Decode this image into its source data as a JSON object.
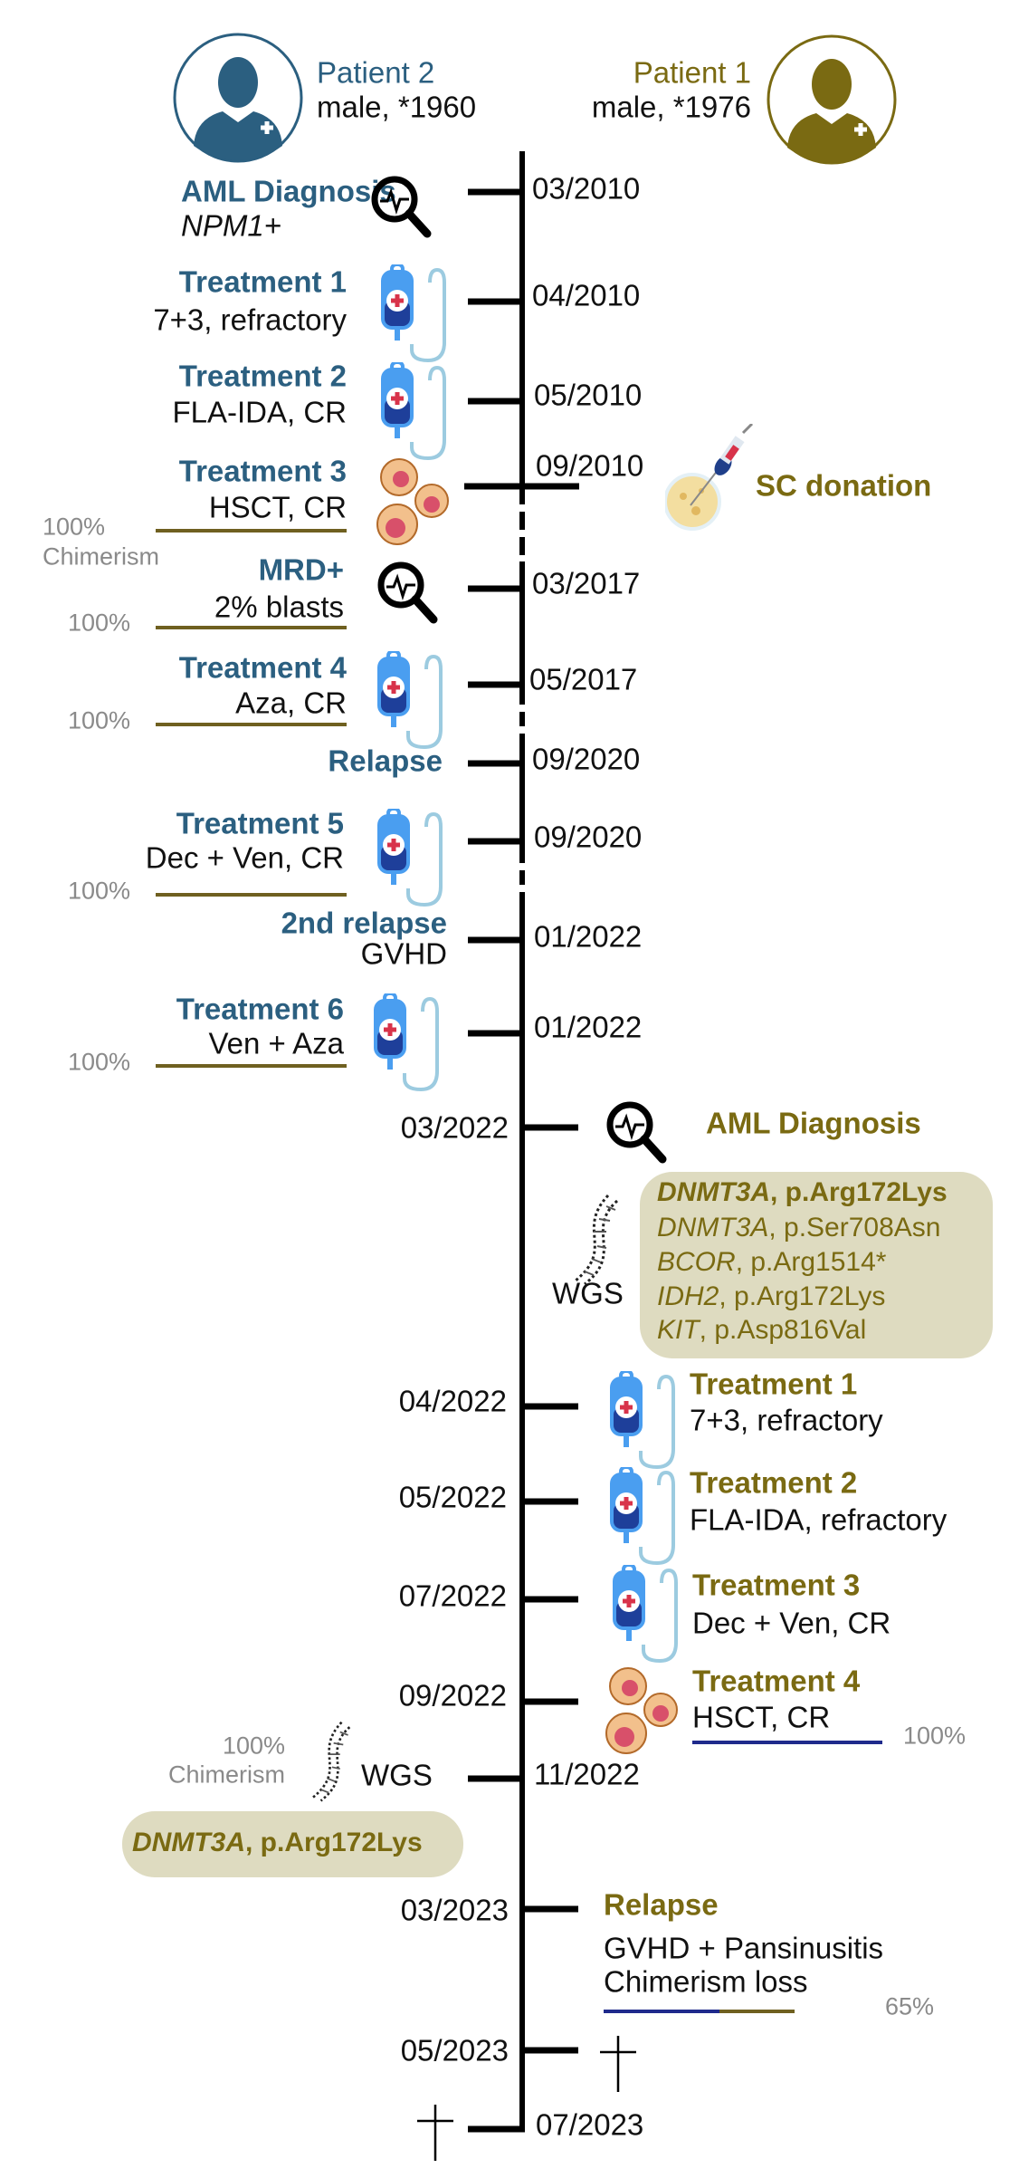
{
  "patients": {
    "p2": {
      "name": "Patient 2",
      "info": "male, *1960",
      "color": "#2b5f80"
    },
    "p1": {
      "name": "Patient 1",
      "info": "male, *1976",
      "color": "#7a6a12"
    }
  },
  "patient2_events": [
    {
      "title": "AML Diagnosis",
      "sub": "NPM1+",
      "date": "03/2010"
    },
    {
      "title": "Treatment 1",
      "sub": "7+3, refractory",
      "date": "04/2010"
    },
    {
      "title": "Treatment 2",
      "sub": "FLA-IDA, CR",
      "date": "05/2010"
    },
    {
      "title": "Treatment 3",
      "sub": "HSCT, CR",
      "date": "09/2010",
      "chimerism": "100%",
      "chimerism_label": "Chimerism"
    },
    {
      "title": "MRD+",
      "sub": "2% blasts",
      "date": "03/2017",
      "chimerism": "100%"
    },
    {
      "title": "Treatment 4",
      "sub": "Aza, CR",
      "date": "05/2017",
      "chimerism": "100%"
    },
    {
      "title": "Relapse",
      "date": "09/2020"
    },
    {
      "title": "Treatment 5",
      "sub": "Dec + Ven, CR",
      "date": "09/2020",
      "chimerism": "100%"
    },
    {
      "title": "2nd relapse",
      "sub": "GVHD",
      "date": "01/2022"
    },
    {
      "title": "Treatment 6",
      "sub": "Ven + Aza",
      "date": "01/2022",
      "chimerism": "100%"
    },
    {
      "title": "WGS",
      "date": "11/2022",
      "chimerism": "100%",
      "chimerism_label": "Chimerism",
      "mutation_gene": "DNMT3A",
      "mutation_variant": ", p.Arg172Lys"
    }
  ],
  "sc_donation": {
    "label": "SC donation"
  },
  "patient1_events": [
    {
      "title": "AML Diagnosis",
      "date": "03/2022"
    },
    {
      "title": "Treatment 1",
      "sub": "7+3, refractory",
      "date": "04/2022"
    },
    {
      "title": "Treatment 2",
      "sub": "FLA-IDA, refractory",
      "date": "05/2022"
    },
    {
      "title": "Treatment 3",
      "sub": "Dec + Ven, CR",
      "date": "07/2022"
    },
    {
      "title": "Treatment 4",
      "sub": "HSCT, CR",
      "date": "09/2022",
      "chimerism": "100%"
    },
    {
      "title": "Relapse",
      "sub": "GVHD + Pansinusitis",
      "sub2": "Chimerism loss",
      "date": "03/2023",
      "chimerism": "65%"
    },
    {
      "date": "05/2023"
    }
  ],
  "patient2_death": {
    "date": "07/2023"
  },
  "wgs": {
    "label": "WGS",
    "mutations": [
      {
        "gene": "DNMT3A",
        "variant": ", p.Arg172Lys"
      },
      {
        "gene": "DNMT3A",
        "variant": ", p.Ser708Asn"
      },
      {
        "gene": "BCOR",
        "variant": ", p.Arg1514*"
      },
      {
        "gene": "IDH2",
        "variant": ", p.Arg172Lys"
      },
      {
        "gene": "KIT",
        "variant": ", p.Asp816Val"
      }
    ]
  },
  "colors": {
    "donor_chimerism": "#6f6020",
    "recipient_chimerism": "#1f2a8c",
    "mutation_box": "#dedbc0"
  }
}
